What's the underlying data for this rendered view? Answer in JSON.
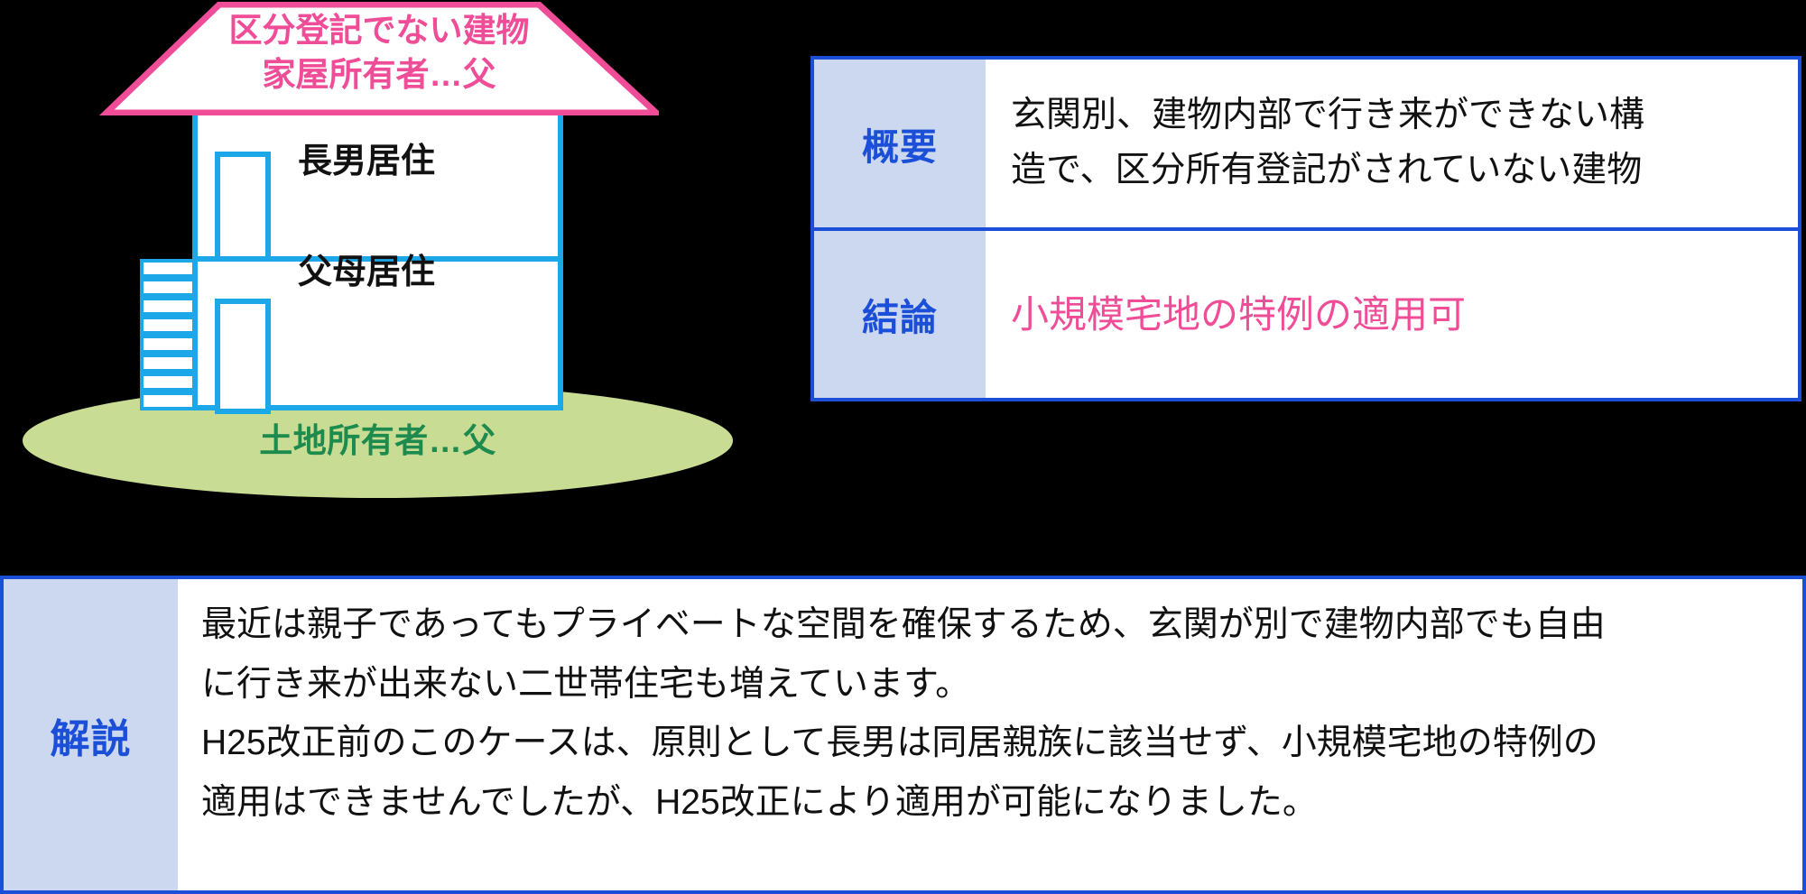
{
  "diagram": {
    "roof": {
      "line1": "区分登記でない建物",
      "line2": "家屋所有者…父"
    },
    "floors": {
      "upper_label": "長男居住",
      "lower_label": "父母居住"
    },
    "ground_label": "土地所有者…父",
    "colors": {
      "roof_outline": "#ef4d97",
      "roof_text": "#ef4d97",
      "house_outline": "#1ba7e8",
      "ground_fill": "#c9dc93",
      "ground_text": "#1d8a4e"
    },
    "stair_step_count": 8
  },
  "summary_table": {
    "rows": [
      {
        "label": "概要",
        "lines": [
          "玄関別、建物内部で行き来ができない構",
          "造で、区分所有登記がされていない建物"
        ],
        "emphasis": false
      },
      {
        "label": "結論",
        "lines": [
          "小規模宅地の特例の適用可"
        ],
        "emphasis": true
      }
    ],
    "colors": {
      "border": "#1b4fd8",
      "label_bg": "#ccd8f0",
      "label_text": "#1b4fd8",
      "body_text": "#111111",
      "emphasis_text": "#ef4d97"
    }
  },
  "explanation": {
    "label": "解説",
    "lines": [
      "最近は親子であってもプライベートな空間を確保するため、玄関が別で建物内部でも自由",
      "に行き来が出来ない二世帯住宅も増えています。",
      "H25改正前のこのケースは、原則として長男は同居親族に該当せず、小規模宅地の特例の",
      "適用はできませんでしたが、H25改正により適用が可能になりました。"
    ],
    "colors": {
      "border": "#1b4fd8",
      "label_bg": "#ccd8f0",
      "label_text": "#1b4fd8",
      "body_text": "#111111"
    }
  }
}
